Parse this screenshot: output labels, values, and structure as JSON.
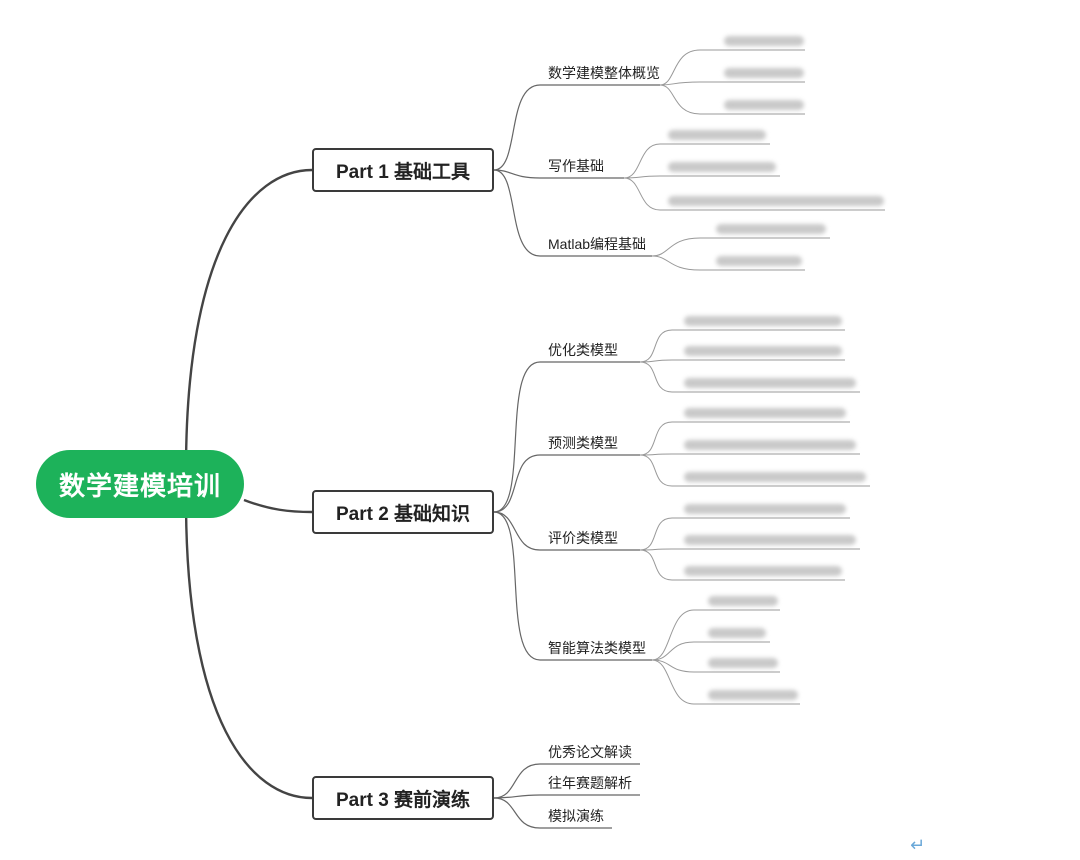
{
  "root": {
    "label": "数学建模培训"
  },
  "parts": [
    {
      "label": "Part 1 基础工具",
      "topics": [
        {
          "label": "数学建模整体概览",
          "leaves": 3
        },
        {
          "label": "写作基础",
          "leaves": 3
        },
        {
          "label": "Matlab编程基础",
          "leaves": 2
        }
      ]
    },
    {
      "label": "Part 2 基础知识",
      "topics": [
        {
          "label": "优化类模型",
          "leaves": 3
        },
        {
          "label": "预测类模型",
          "leaves": 3
        },
        {
          "label": "评价类模型",
          "leaves": 3
        },
        {
          "label": "智能算法类模型",
          "leaves": 4
        }
      ]
    },
    {
      "label": "Part 3 赛前演练",
      "topics": [
        {
          "label": "优秀论文解读",
          "leaves": 0
        },
        {
          "label": "往年赛题解析",
          "leaves": 0
        },
        {
          "label": "模拟演练",
          "leaves": 0
        }
      ]
    }
  ],
  "footer": {
    "return_mark": "↵"
  },
  "colors": {
    "root_fill": "#1db25a",
    "root_text": "#ffffff",
    "line": "#555555",
    "blurred_leaf": "#c9c9c9"
  }
}
